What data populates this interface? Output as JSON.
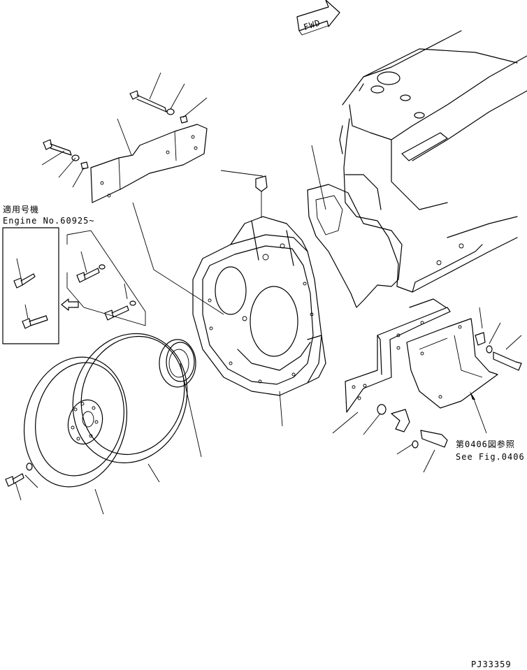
{
  "fwd_label": "FWD",
  "serial_note": {
    "line1": "適用号機",
    "line2": "Engine No.60925~"
  },
  "see_fig": {
    "jp": "第0406図参照",
    "en": "See Fig.0406"
  },
  "drawing_code": "PJ33359"
}
